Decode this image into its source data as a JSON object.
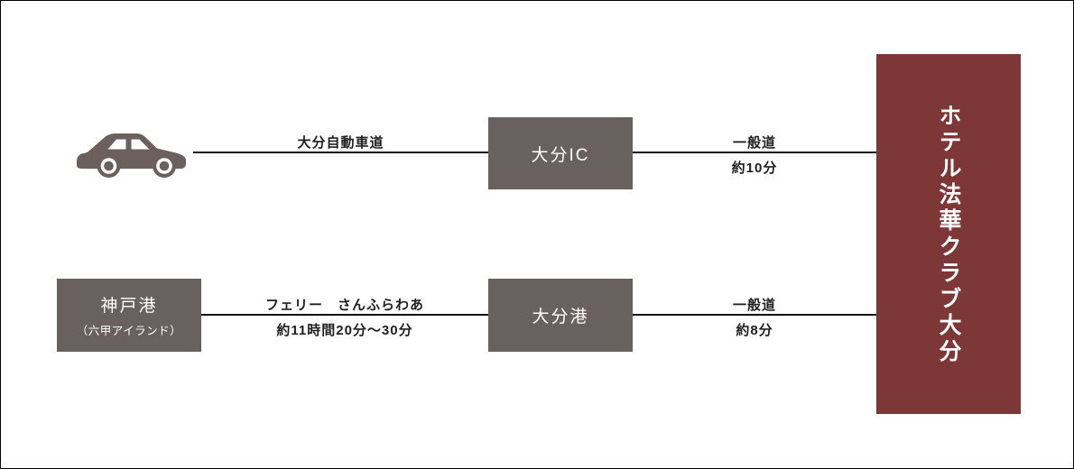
{
  "diagram_title": "hotel-access-routes",
  "colors": {
    "node_bg": "#696160",
    "hotel_bg": "#7d3737",
    "line": "#111111",
    "label_text": "#1f1f1f",
    "box_text": "#ffffff",
    "icon": "#6b605e",
    "background": "#ffffff",
    "border": "#000000"
  },
  "car_route": {
    "origin_icon": "car-icon",
    "segment1_label": "大分自動車道",
    "node": "大分IC",
    "segment2_label_top": "一般道",
    "segment2_label_bottom": "約10分"
  },
  "ferry_route": {
    "origin_name": "神戸港",
    "origin_sub": "（六甲アイランド）",
    "segment1_label_top": "フェリー　さんふらわあ",
    "segment1_label_bottom": "約11時間20分〜30分",
    "node": "大分港",
    "segment2_label_top": "一般道",
    "segment2_label_bottom": "約8分"
  },
  "hotel": {
    "name": "ホテル法華クラブ大分"
  }
}
